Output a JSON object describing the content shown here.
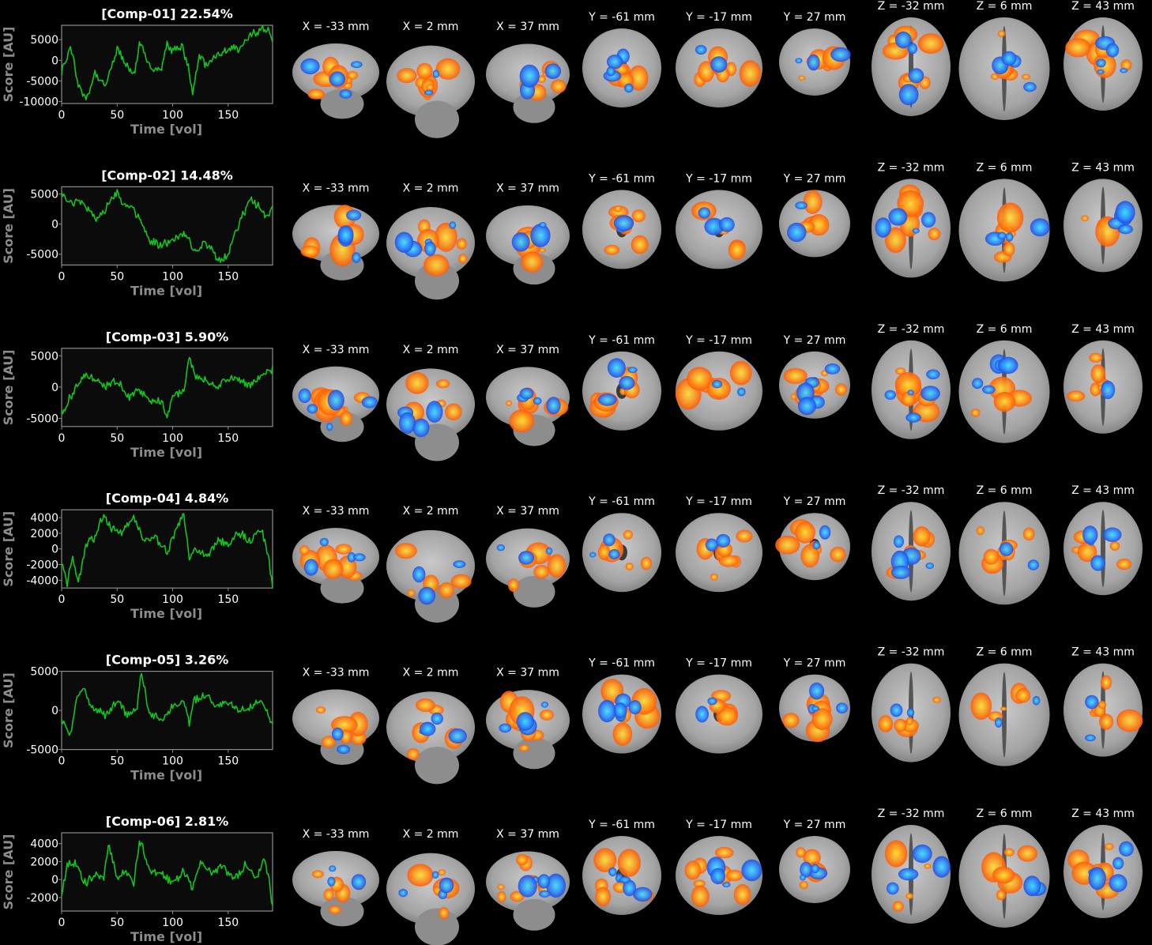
{
  "chart_data": {
    "type": "line",
    "xlabel": "Time [vol]",
    "ylabel": "Score [AU]",
    "xticks": [
      0,
      50,
      100,
      150
    ],
    "xlim": [
      0,
      190
    ],
    "colors": {
      "line": "#12c51e",
      "axis": "#8c8c8c",
      "panel": "#0b0b0b",
      "text": "#ffffff"
    },
    "slice_labels": [
      "X = -33 mm",
      "X = 2 mm",
      "X = 37 mm",
      "Y = -61 mm",
      "Y = -17 mm",
      "Y = 27 mm",
      "Z = -32 mm",
      "Z = 6 mm",
      "Z = 43 mm"
    ],
    "slice_views": [
      "sagittal",
      "sagittal",
      "sagittal",
      "coronal",
      "coronal",
      "coronal",
      "axial",
      "axial",
      "axial"
    ],
    "components": [
      {
        "title": "[Comp-01] 22.54%",
        "ylim": [
          -10500,
          8500
        ],
        "yticks": [
          5000,
          0,
          -5000,
          -10000
        ],
        "ytick_labels": [
          "5000",
          "0",
          "-5000",
          "-10000"
        ],
        "anchors_x": [
          0,
          8,
          15,
          22,
          30,
          40,
          50,
          58,
          66,
          70,
          78,
          90,
          95,
          100,
          108,
          114,
          118,
          124,
          130,
          140,
          150,
          160,
          170,
          180,
          186,
          190
        ],
        "anchors_y": [
          -3000,
          3500,
          -6000,
          -10000,
          -3000,
          -6000,
          3000,
          -1500,
          -3500,
          4500,
          -1000,
          -3000,
          4000,
          2500,
          3500,
          -1000,
          -8500,
          1000,
          -1000,
          1000,
          2500,
          3000,
          6000,
          7500,
          7500,
          4000
        ]
      },
      {
        "title": "[Comp-02] 14.48%",
        "ylim": [
          -6800,
          6200
        ],
        "yticks": [
          5000,
          0,
          -5000
        ],
        "ytick_labels": [
          "5000",
          "0",
          "-5000"
        ],
        "anchors_x": [
          0,
          10,
          20,
          30,
          40,
          50,
          55,
          65,
          72,
          80,
          90,
          100,
          110,
          120,
          130,
          140,
          145,
          150,
          155,
          162,
          170,
          178,
          185,
          190
        ],
        "anchors_y": [
          5000,
          3500,
          3500,
          1000,
          2500,
          5500,
          3000,
          2500,
          0,
          -3000,
          -3500,
          -2500,
          -1500,
          -4500,
          -3000,
          -5500,
          -6000,
          -5000,
          -2000,
          1000,
          4000,
          3000,
          1000,
          3500
        ]
      },
      {
        "title": "[Comp-03] 5.90%",
        "ylim": [
          -6300,
          6200
        ],
        "yticks": [
          5000,
          0,
          -5000
        ],
        "ytick_labels": [
          "5000",
          "0",
          "-5000"
        ],
        "anchors_x": [
          0,
          10,
          20,
          30,
          40,
          50,
          60,
          70,
          80,
          90,
          95,
          100,
          110,
          115,
          120,
          130,
          140,
          150,
          160,
          170,
          180,
          190
        ],
        "anchors_y": [
          -4000,
          -1000,
          2000,
          1000,
          0,
          1000,
          -1500,
          -500,
          -2000,
          -2500,
          -5000,
          -1500,
          -500,
          5000,
          2000,
          1000,
          0,
          1500,
          1500,
          0,
          1500,
          3000
        ]
      },
      {
        "title": "[Comp-04] 4.84%",
        "ylim": [
          -5000,
          5000
        ],
        "yticks": [
          4000,
          2000,
          0,
          -2000,
          -4000
        ],
        "ytick_labels": [
          "4000",
          "2000",
          "0",
          "-2000",
          "-4000"
        ],
        "anchors_x": [
          0,
          5,
          10,
          15,
          22,
          30,
          38,
          45,
          55,
          65,
          75,
          85,
          95,
          100,
          110,
          115,
          120,
          130,
          140,
          150,
          160,
          170,
          180,
          186,
          190
        ],
        "anchors_y": [
          -2000,
          -4500,
          -1000,
          -4000,
          500,
          1500,
          4500,
          2500,
          2000,
          4000,
          1000,
          1500,
          -500,
          1500,
          4500,
          -1500,
          0,
          -1000,
          1000,
          500,
          2000,
          1000,
          2500,
          -1000,
          -5000
        ]
      },
      {
        "title": "[Comp-05] 3.26%",
        "ylim": [
          -5000,
          5000
        ],
        "yticks": [
          5000,
          0,
          -5000
        ],
        "ytick_labels": [
          "5000",
          "0",
          "-5000"
        ],
        "anchors_x": [
          0,
          7,
          14,
          20,
          30,
          40,
          50,
          60,
          68,
          72,
          78,
          90,
          100,
          110,
          115,
          120,
          130,
          140,
          150,
          160,
          170,
          180,
          190
        ],
        "anchors_y": [
          -1000,
          -3500,
          1500,
          2500,
          0,
          -500,
          1000,
          -500,
          500,
          5000,
          0,
          -1500,
          500,
          1000,
          -1500,
          1500,
          2000,
          500,
          1000,
          0,
          500,
          1000,
          -2000
        ]
      },
      {
        "title": "[Comp-06] 2.81%",
        "ylim": [
          -3500,
          5200
        ],
        "yticks": [
          4000,
          2000,
          0,
          -2000
        ],
        "ytick_labels": [
          "4000",
          "2000",
          "0",
          "-2000"
        ],
        "anchors_x": [
          0,
          5,
          12,
          20,
          30,
          38,
          42,
          50,
          58,
          65,
          70,
          80,
          90,
          100,
          110,
          118,
          125,
          135,
          145,
          155,
          165,
          175,
          183,
          188,
          190
        ],
        "anchors_y": [
          -1500,
          1500,
          2000,
          -500,
          500,
          0,
          4000,
          0,
          1000,
          -500,
          4500,
          1000,
          500,
          -500,
          1000,
          -1000,
          2000,
          500,
          1500,
          0,
          1500,
          0,
          2500,
          -1000,
          -3000
        ]
      }
    ]
  }
}
